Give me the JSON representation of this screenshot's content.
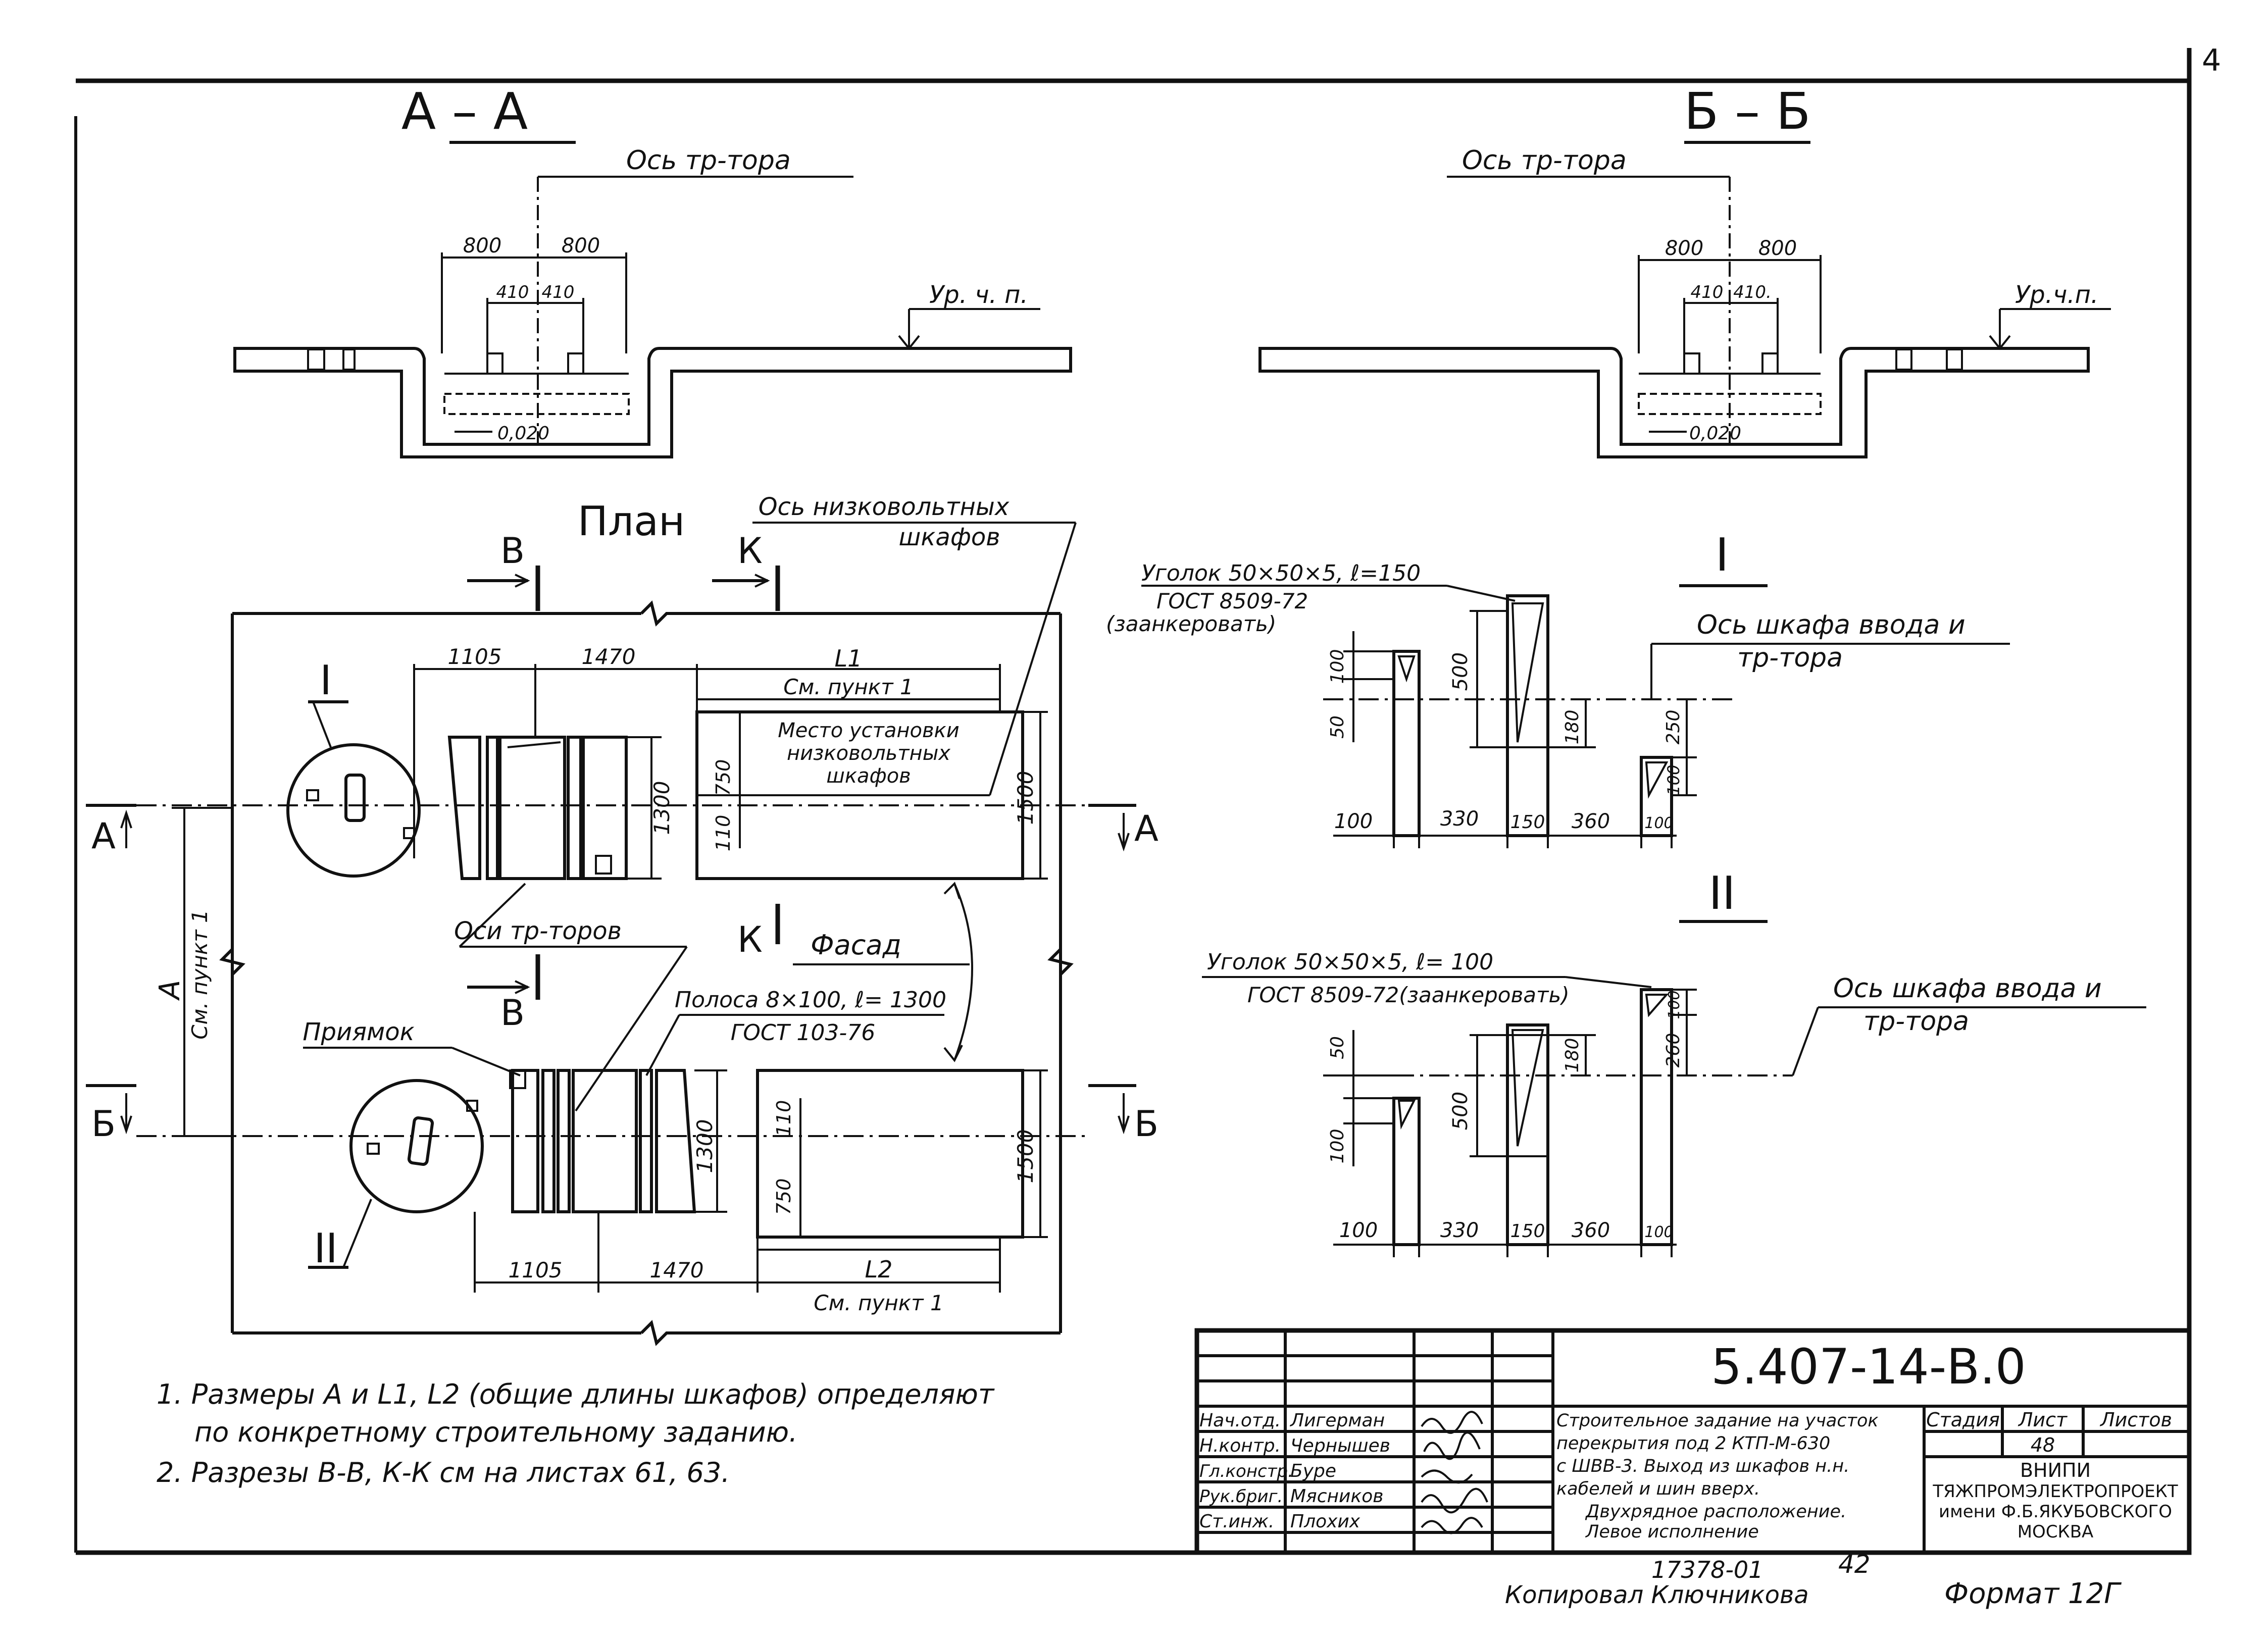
{
  "page_number": "4",
  "section_aa": {
    "title": "А – А",
    "axis_label": "Ось тр-тора",
    "dim_800_left": "800",
    "dim_800_right": "800",
    "dim_410_left": "410",
    "dim_410_right": "410",
    "level_label": "Ур. ч. п.",
    "slope": "0,020"
  },
  "section_bb": {
    "title": "Б – Б",
    "axis_label": "Ось тр-тора",
    "dim_800_left": "800",
    "dim_800_right": "800",
    "dim_410_left": "410",
    "dim_410_right": "410.",
    "level_label": "Ур.ч.п.",
    "slope": "0,020"
  },
  "plan": {
    "title": "План",
    "cut_b": "В",
    "cut_k": "К",
    "cut_a": "А",
    "cut_bb": "Б",
    "lv_axis": "Ось низковольтных",
    "lv_axis2": "шкафов",
    "top_1105": "1105",
    "top_1470": "1470",
    "L1": "L1",
    "see_item_top": "См. пункт 1",
    "lv_place1": "Место установки",
    "lv_place2": "низковольтных",
    "lv_place3": "шкафов",
    "dim_750": "750",
    "dim_110": "110",
    "dim_1300": "1300",
    "dim_1500": "1500",
    "tr_axes": "Оси тр-торов",
    "facade": "Фасад",
    "strip": "Полоса 8×100, ℓ= 1300",
    "strip_gost": "ГОСТ 103-76",
    "pit": "Приямок",
    "dim_A": "А",
    "see_item_left": "См. пункт 1",
    "bot_1105": "1105",
    "bot_1470": "1470",
    "L2": "L2",
    "see_item_bottom": "См. пункт 1",
    "roman_1": "I",
    "roman_2": "II"
  },
  "detail_1": {
    "title": "I",
    "angle": "Уголок 50×50×5, ℓ=150",
    "gost": "ГОСТ 8509-72",
    "anchor": "(заанкеровать)",
    "axis1": "Ось шкафа ввода и",
    "axis2": "тр-тора",
    "d100a": "100",
    "d500": "500",
    "d50": "50",
    "d180": "180",
    "d250": "250",
    "d100b": "100",
    "b100": "100",
    "b330": "330",
    "b150": "150",
    "b360": "360",
    "b100r": "100"
  },
  "detail_2": {
    "title": "II",
    "angle": "Уголок 50×50×5, ℓ= 100",
    "gost": "ГОСТ 8509-72(заанкеровать)",
    "axis1": "Ось шкафа ввода и",
    "axis2": "тр-тора",
    "d50": "50",
    "d500": "500",
    "d100": "100",
    "d180": "180",
    "d100t": "100",
    "d260": "260",
    "b100": "100",
    "b330": "330",
    "b150": "150",
    "b360": "360",
    "b100r": "100"
  },
  "notes": {
    "n1a": "1. Размеры А и L1, L2 (общие длины шкафов) определяют",
    "n1b": "по конкретному строительному заданию.",
    "n2": "2. Разрезы В-В, К-К см на листах 61, 63."
  },
  "title_block": {
    "code": "5.407-14-В.0",
    "rows": [
      {
        "role": "Нач.отд.",
        "name": "Лигерман"
      },
      {
        "role": "Н.контр.",
        "name": "Чернышев"
      },
      {
        "role": "Гл.констр.",
        "name": "Буре"
      },
      {
        "role": "Рук.бриг.",
        "name": "Мясников"
      },
      {
        "role": "Ст.инж.",
        "name": "Плохих"
      }
    ],
    "desc1": "Строительное задание на участок",
    "desc2": "перекрытия под 2 КТП-М-630",
    "desc3": "с ШВВ-3. Выход из шкафов н.н.",
    "desc4": "кабелей и шин вверх.",
    "desc5": "Двухрядное расположение.",
    "desc6": "Левое исполнение",
    "stage_h": "Стадия",
    "sheet_h": "Лист",
    "sheets_h": "Листов",
    "sheet_no": "48",
    "org1": "ВНИПИ",
    "org2": "ТЯЖПРОМЭЛЕКТРОПРОЕКТ",
    "org3": "имени Ф.Б.ЯКУБОВСКОГО",
    "org4": "МОСКВА"
  },
  "footer": {
    "inv": "17378-01",
    "num": "42",
    "copied": "Копировал Ключникова",
    "format": "Формат 12Г"
  }
}
